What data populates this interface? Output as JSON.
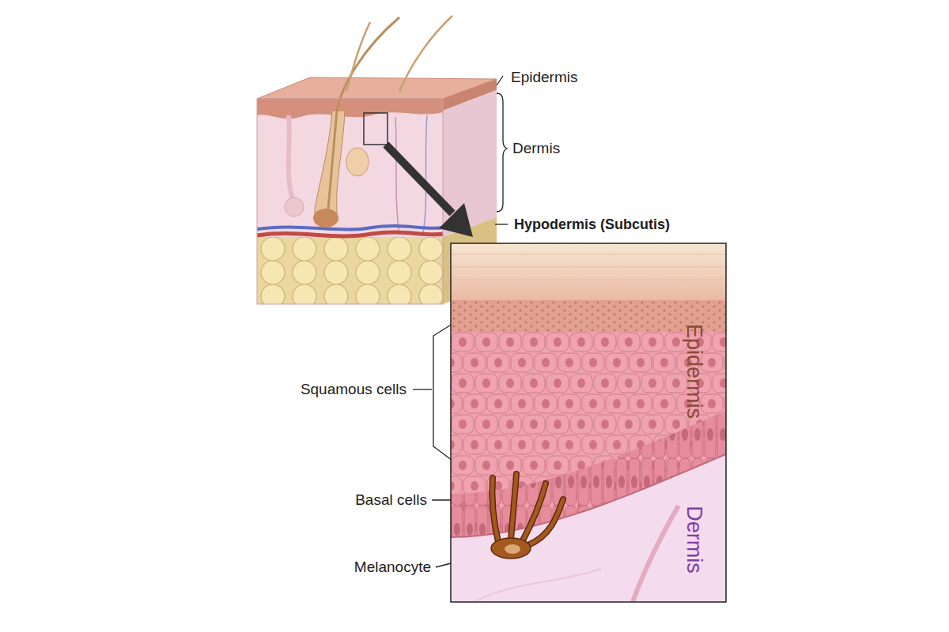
{
  "diagram": {
    "labels": [
      "Epidermis",
      "Dermis",
      "Hypodermis (Subcutis)",
      "Squamous cells",
      "Basal cells",
      "Melanocyte",
      "Epidermis",
      "Dermis"
    ]
  }
}
